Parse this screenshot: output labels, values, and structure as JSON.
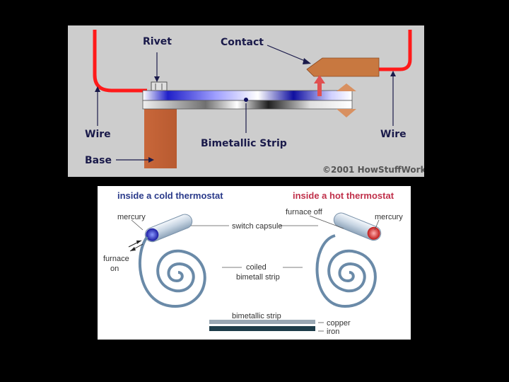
{
  "top": {
    "labels": {
      "rivet": "Rivet",
      "contact": "Contact",
      "wire_left": "Wire",
      "wire_right": "Wire",
      "base": "Base",
      "strip": "Bimetallic Strip"
    },
    "copyright": "©2001 HowStuffWorks",
    "colors": {
      "background": "#cdcdcd",
      "wire": "#ff1a1a",
      "base": "#c8673a",
      "contact": "#c87840",
      "arrow": "#e05050"
    }
  },
  "bottom": {
    "title_cold": "inside a cold thermostat",
    "title_hot": "inside a hot thermostat",
    "mercury_left": "mercury",
    "mercury_right": "mercury",
    "furnace_off": "furnace off",
    "furnace_on_1": "furnace",
    "furnace_on_2": "on",
    "switch_capsule": "switch capsule",
    "coiled_1": "coiled",
    "coiled_2": "bimetall strip",
    "bimetallic_strip": "bimetallic strip",
    "copper": "copper",
    "iron": "iron",
    "colors": {
      "cold_title": "#2a3a8a",
      "hot_title": "#c0304a",
      "coil": "#6a8aa8"
    }
  }
}
